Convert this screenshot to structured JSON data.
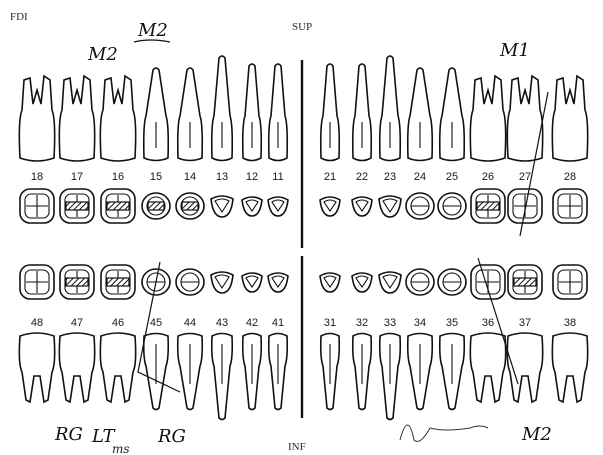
{
  "header": {
    "top_left": "FDI",
    "top_center": "SUP",
    "bottom_center": "INF"
  },
  "upper_right_numbers": [
    "18",
    "17",
    "16",
    "15",
    "14",
    "13",
    "12",
    "11"
  ],
  "upper_left_numbers": [
    "21",
    "22",
    "23",
    "24",
    "25",
    "26",
    "27",
    "28"
  ],
  "lower_right_numbers": [
    "48",
    "47",
    "46",
    "45",
    "44",
    "43",
    "42",
    "41"
  ],
  "lower_left_numbers": [
    "31",
    "32",
    "33",
    "34",
    "35",
    "36",
    "37",
    "38"
  ],
  "annotations": {
    "a1": "M2",
    "a2": "M2",
    "a3": "M1",
    "a4": "RG",
    "a5": "RG",
    "a6": "M2",
    "a7": "LT",
    "a8": "ms"
  }
}
